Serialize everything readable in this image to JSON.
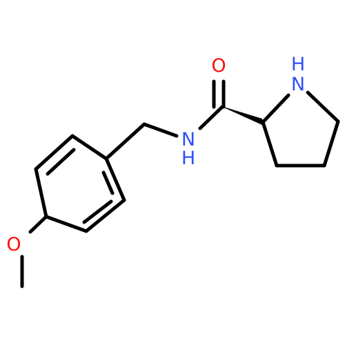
{
  "molecule": {
    "atoms": {
      "oxygen_carbonyl": {
        "symbol": "O",
        "color": "#ff0d0d"
      },
      "oxygen_methoxy": {
        "symbol": "O",
        "color": "#ff0d0d"
      },
      "nitrogen_amide": {
        "symbol": "N",
        "color": "#3050f8"
      },
      "hydrogen_amide": {
        "symbol": "H",
        "color": "#3050f8"
      },
      "nitrogen_ring": {
        "symbol": "N",
        "color": "#3050f8"
      },
      "hydrogen_ring": {
        "symbol": "H",
        "color": "#3050f8"
      }
    },
    "bond_color": "#000000",
    "background": "#ffffff"
  }
}
